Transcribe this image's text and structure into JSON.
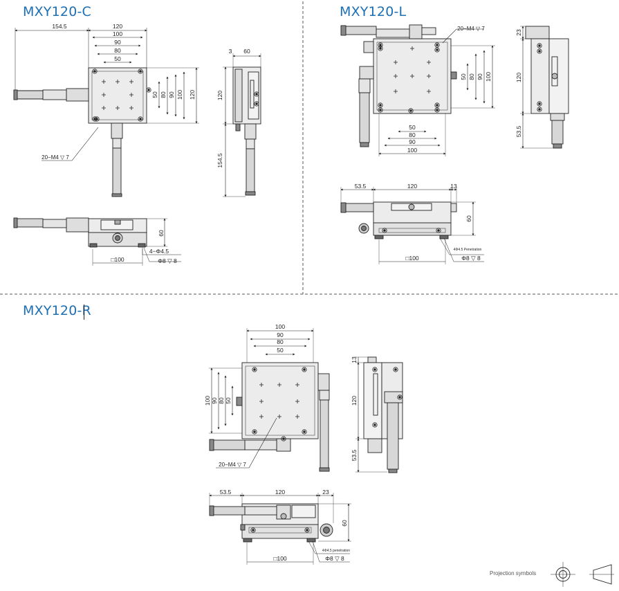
{
  "titles": {
    "c": "MXY120-C",
    "l": "MXY120-L",
    "r": "MXY120-R"
  },
  "colors": {
    "title": "#1c6fb5",
    "line": "#222222",
    "body_fill": "#e9e9e9",
    "dark_fill": "#9a9a9a",
    "divider": "#555555"
  },
  "c_top": {
    "dims_top": [
      "154.5",
      "120",
      "100",
      "90",
      "80",
      "50"
    ],
    "dims_right": [
      "50",
      "80",
      "90",
      "100",
      "120"
    ],
    "callout": "20−M4 ▽ 7"
  },
  "c_side": {
    "dims": [
      "3",
      "60",
      "120",
      "154.5"
    ]
  },
  "c_front": {
    "dims": [
      "60",
      "□100"
    ],
    "holes": "4−Φ4.5",
    "cbore": "Φ8 ▽ 8"
  },
  "l_top": {
    "callout": "20−M4 ▽ 7",
    "dims_right": [
      "50",
      "80",
      "90",
      "100"
    ],
    "dims_bottom": [
      "50",
      "80",
      "90",
      "100"
    ]
  },
  "l_side": {
    "dims": [
      "23",
      "120",
      "53.5"
    ]
  },
  "l_front": {
    "dims": [
      "53.5",
      "120",
      "13",
      "60",
      "□100"
    ],
    "holes": "4Φ4.5 Penetration",
    "cbore": "Φ8 ▽ 8"
  },
  "r_top": {
    "dims_top": [
      "100",
      "90",
      "80",
      "50"
    ],
    "dims_left": [
      "100",
      "90",
      "80",
      "50"
    ],
    "callout": "20−M4 ▽ 7"
  },
  "r_side": {
    "dims": [
      "13",
      "120",
      "53.5"
    ]
  },
  "r_front": {
    "dims": [
      "53.5",
      "120",
      "23",
      "60",
      "□100"
    ],
    "holes": "4Φ4.5 penetration",
    "cbore": "Φ8 ▽ 8"
  },
  "footer": {
    "projection_label": "Projection symbols"
  }
}
